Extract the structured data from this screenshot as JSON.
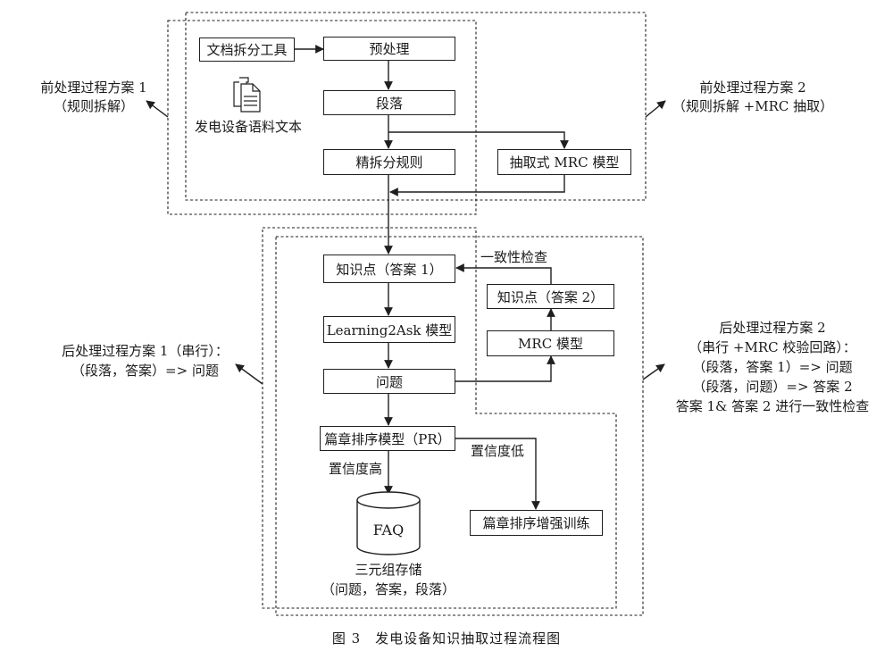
{
  "nodes": {
    "splitter": "文档拆分工具",
    "preprocess": "预处理",
    "paragraph": "段落",
    "fine_rules": "精拆分规则",
    "mrc_extract": "抽取式 MRC 模型",
    "knowledge1": "知识点（答案 1）",
    "knowledge2": "知识点（答案 2）",
    "learning2ask": "Learning2Ask 模型",
    "mrc_model": "MRC 模型",
    "question": "问题",
    "pr_model": "篇章排序模型（PR）",
    "pr_training": "篇章排序增强训练",
    "faq": "FAQ"
  },
  "labels": {
    "corpus": "发电设备语料文本",
    "consistency": "一致性检查",
    "high_conf": "置信度高",
    "low_conf": "置信度低",
    "triple_line1": "三元组存储",
    "triple_line2": "（问题，答案，段落）"
  },
  "annotations": {
    "pre1": [
      "前处理过程方案 1",
      "（规则拆解）"
    ],
    "pre2": [
      "前处理过程方案 2",
      "（规则拆解 +MRC 抽取）"
    ],
    "post1": [
      "后处理过程方案 1（串行）：",
      "（段落，答案）=> 问题"
    ],
    "post2": [
      "后处理过程方案 2",
      "（串行 +MRC 校验回路）：",
      "（段落，答案 1）=> 问题",
      "（段落，问题）=> 答案 2",
      "答案 1& 答案 2 进行一致性检查"
    ]
  },
  "caption": "图 3　发电设备知识抽取过程流程图"
}
